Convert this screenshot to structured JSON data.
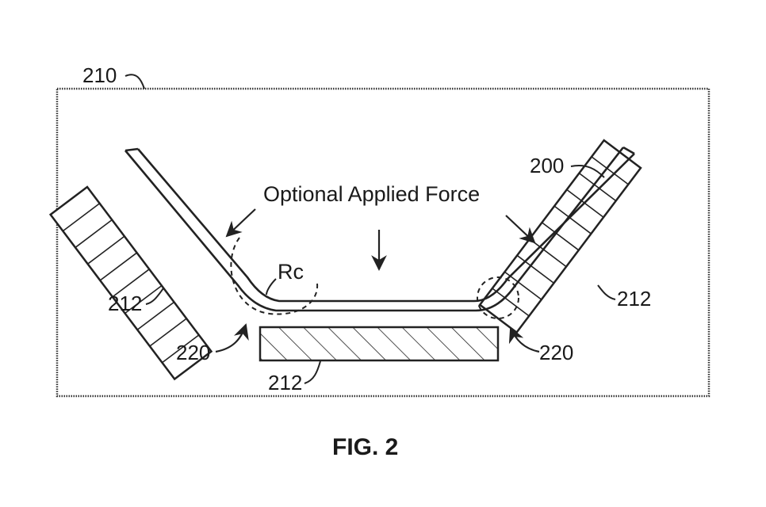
{
  "figure": {
    "caption": "FIG. 2",
    "force_label": "Optional Applied Force",
    "labels": {
      "frame": "210",
      "sheet": "200",
      "die_left": "212",
      "die_right": "212",
      "die_bottom": "212",
      "gap_left": "220",
      "gap_right": "220",
      "radius": "Rc"
    }
  }
}
